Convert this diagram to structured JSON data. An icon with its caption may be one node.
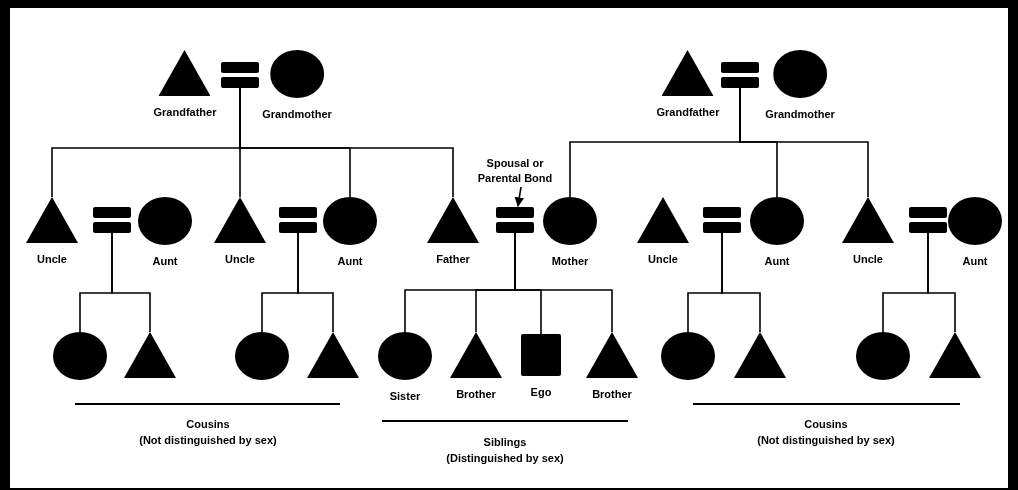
{
  "diagram": {
    "nodes": [
      {
        "text": [
          "Grandfather"
        ]
      },
      {
        "text": [],
        "shape": "bar"
      },
      {
        "text": [
          "Grandmother"
        ]
      },
      {
        "text": [
          "Grandfather"
        ]
      },
      {
        "text": [],
        "shape": "bar"
      },
      {
        "text": [
          "Grandmother"
        ]
      },
      {
        "text": [
          "Spousal or Parental Bond"
        ]
      },
      {
        "text": [
          "Uncle"
        ]
      },
      {
        "text": [],
        "shape": "bar"
      },
      {
        "text": [
          "Aunt"
        ]
      },
      {
        "text": [
          "Uncle"
        ]
      },
      {
        "text": [],
        "shape": "bar"
      },
      {
        "text": [
          "Aunt"
        ]
      },
      {
        "text": [
          "Father"
        ]
      },
      {
        "text": [],
        "shape": "bar"
      },
      {
        "text": [
          "Mother"
        ]
      },
      {
        "text": [
          "Uncle"
        ]
      },
      {
        "text": [],
        "shape": "bar"
      },
      {
        "text": [
          "Aunt"
        ]
      },
      {
        "text": [
          "Uncle"
        ]
      },
      {
        "text": [],
        "shape": "bar"
      },
      {
        "text": [
          "Aunt"
        ]
      },
      {
        "text": [],
        "shape": "circle"
      },
      {
        "text": [],
        "shape": "triangle"
      },
      {
        "text": [],
        "shape": "circle"
      },
      {
        "text": [],
        "shape": "triangle"
      },
      {
        "text": [
          "Sister"
        ]
      },
      {
        "text": [
          "Brother"
        ]
      },
      {
        "text": [
          "Ego"
        ]
      },
      {
        "text": [
          "Brother"
        ]
      },
      {
        "text": [],
        "shape": "circle"
      },
      {
        "text": [],
        "shape": "triangle"
      },
      {
        "text": [],
        "shape": "circle"
      },
      {
        "text": [],
        "shape": "triangle"
      }
    ],
    "edges": [
      {
        "from": 1,
        "to": 7,
        "arrow": "none"
      },
      {
        "from": 1,
        "to": 10,
        "arrow": "none"
      },
      {
        "from": 1,
        "to": 12,
        "arrow": "none"
      },
      {
        "from": 1,
        "to": 13,
        "arrow": "none"
      },
      {
        "from": 4,
        "to": 15,
        "arrow": "none"
      },
      {
        "from": 4,
        "to": 18,
        "arrow": "none"
      },
      {
        "from": 4,
        "to": 19,
        "arrow": "none"
      },
      {
        "from": 6,
        "to": 14,
        "arrow": "to"
      },
      {
        "from": 8,
        "to": 22,
        "arrow": "none"
      },
      {
        "from": 8,
        "to": 23,
        "arrow": "none"
      },
      {
        "from": 11,
        "to": 24,
        "arrow": "none"
      },
      {
        "from": 11,
        "to": 25,
        "arrow": "none"
      },
      {
        "from": 14,
        "to": 26,
        "arrow": "none"
      },
      {
        "from": 14,
        "to": 27,
        "arrow": "none"
      },
      {
        "from": 14,
        "to": 28,
        "arrow": "none"
      },
      {
        "from": 14,
        "to": 29,
        "arrow": "none"
      },
      {
        "from": 17,
        "to": 30,
        "arrow": "none"
      },
      {
        "from": 17,
        "to": 31,
        "arrow": "none"
      },
      {
        "from": 20,
        "to": 32,
        "arrow": "none"
      },
      {
        "from": 20,
        "to": 33,
        "arrow": "none"
      }
    ],
    "labels": [
      "Cousins",
      "(Not distinguished by sex)",
      "Siblings",
      "(Distinguished by sex)",
      "Cousins",
      "(Not distinguished by sex)"
    ]
  }
}
